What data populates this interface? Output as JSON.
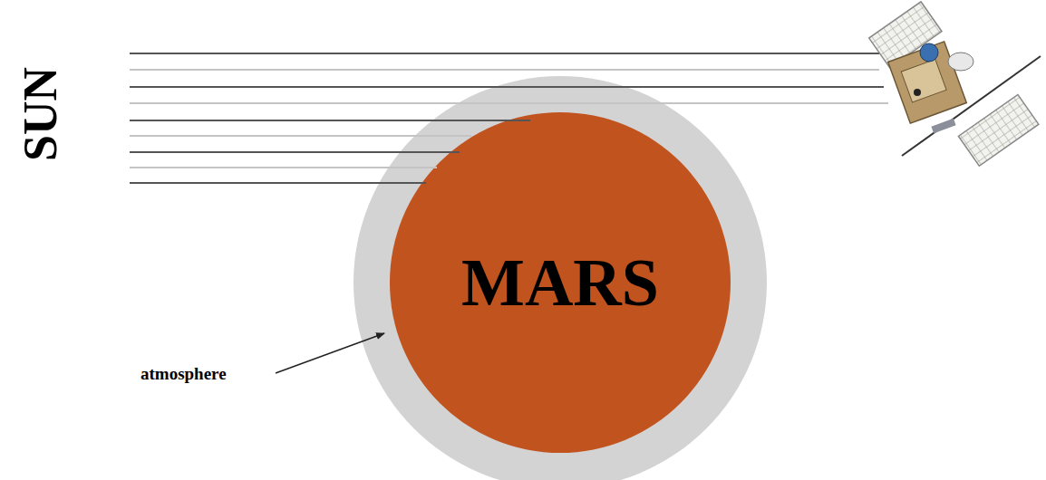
{
  "diagram": {
    "nodes": [
      {
        "text": [
          "MARS"
        ]
      }
    ],
    "labels": [
      "SUN",
      "atmosphere"
    ]
  }
}
